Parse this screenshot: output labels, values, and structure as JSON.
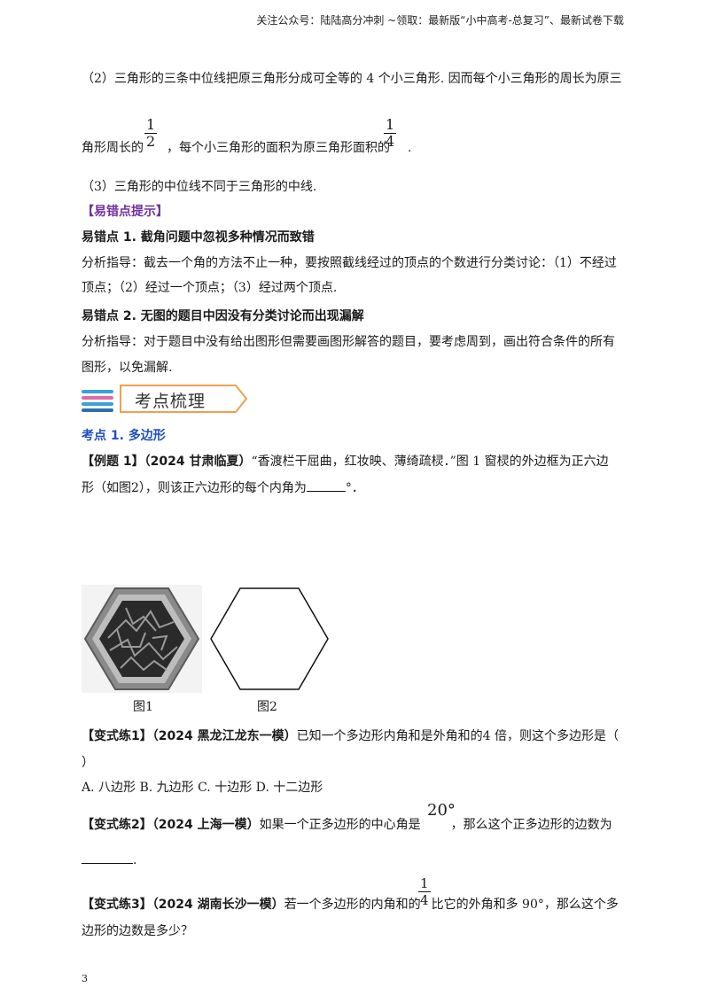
{
  "header": {
    "note": "关注公众号：陆陆高分冲刺   ~领取：最新版“小中高考-总复习”、最新试卷下载"
  },
  "notes": {
    "item2_line1": "（2）三角形的三条中位线把原三角形分成可全等的 4 个小三角形. 因而每个小三角形的周长为原三",
    "item2_line2_a": "角形周长的",
    "item2_line2_b": "，每个小三角形的面积为原三角形面积的",
    "item2_line2_c": ".",
    "frac1": {
      "num": "1",
      "den": "2"
    },
    "frac2": {
      "num": "1",
      "den": "4"
    },
    "item3": "（3）三角形的中位线不同于三角形的中线."
  },
  "pitfalls": {
    "heading": "【易错点提示】",
    "p1_title": "易错点 1.    截角问题中忽视多种情况而致错",
    "p1_line1": "分析指导：截去一个角的方法不止一种，要按照截线经过的顶点的个数进行分类讨论：（1）不经过",
    "p1_line2": "顶点；（2）经过一个顶点；（3）经过两个顶点.",
    "p2_title": "易错点 2.    无图的题目中因没有分类讨论而出现漏解",
    "p2_line1": "分析指导：对于题目中没有给出图形但需要画图形解答的题目，要考虑周到，画出符合条件的所有",
    "p2_line2": "图形，以免漏解."
  },
  "section": {
    "banner": "考点梳理",
    "topic": "考点 1.   多边形"
  },
  "example1": {
    "tag": "【例题 1】",
    "source": "（2024 甘肃临夏）",
    "line1": "“香渡栏干屈曲，红妆映、薄绮疏棂．”图 1 窗棂的外边框为正六边",
    "line2_a": "形（如图2），则该正六边形的每个内角为",
    "line2_b": "°．",
    "fig1": "图1",
    "fig2": "图2"
  },
  "ex1": {
    "tag": "【变式练1】",
    "source": "（2024 黑龙江龙东一模）",
    "line1": "已知一个多边形内角和是外角和的4 倍，则这个多边形是（",
    "line2": "）",
    "options": "A. 八边形      B. 九边形      C. 十边形      D. 十二边形"
  },
  "ex2": {
    "tag": "【变式练2】",
    "source": "（2024 上海一模）",
    "line1_a": "如果一个正多边形的中心角是",
    "angle": "20°",
    "line1_b": "，那么这个正多边形的边数为",
    "line2": "."
  },
  "ex3": {
    "tag": "【变式练3】",
    "source": "（2024 湖南长沙一模）",
    "line1_a": "若一个多边形的内角和的",
    "frac": {
      "num": "1",
      "den": "4"
    },
    "line1_b": "比它的外角和多 90°，那么这个多",
    "line2": "边形的边数是多少？"
  },
  "page": {
    "number": "3"
  },
  "colors": {
    "purple": "#7030a0",
    "blue": "#1f4fbf",
    "banner_orange": "#f0a050"
  }
}
